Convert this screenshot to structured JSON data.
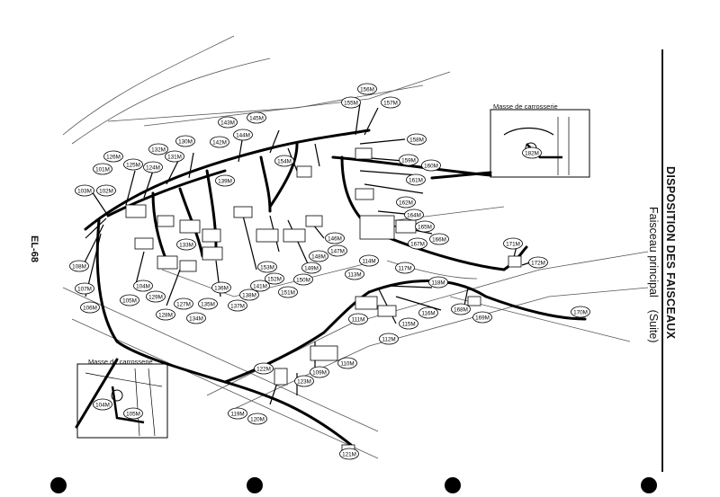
{
  "header": {
    "title": "DISPOSITION DES FAISCEAUX",
    "subtitle_left": "Faisceau principal",
    "subtitle_right": "(Suite)"
  },
  "page_number": "EL-68",
  "insets": {
    "right_caption": "Masse de carrosserie",
    "left_caption": "Masse de carrosserie"
  },
  "connectors": [
    "101M",
    "102M",
    "103M",
    "104M",
    "105M",
    "106M",
    "107M",
    "108M",
    "109M",
    "110M",
    "111M",
    "112M",
    "113M",
    "114M",
    "115M",
    "116M",
    "117M",
    "118M",
    "119M",
    "120M",
    "121M",
    "122M",
    "123M",
    "124M",
    "125M",
    "126M",
    "127M",
    "128M",
    "129M",
    "130M",
    "131M",
    "132M",
    "133M",
    "134M",
    "135M",
    "136M",
    "137M",
    "138M",
    "139M",
    "141M",
    "142M",
    "143M",
    "144M",
    "145M",
    "146M",
    "147M",
    "148M",
    "149M",
    "150M",
    "151M",
    "152M",
    "153M",
    "154M",
    "155M",
    "156M",
    "157M",
    "158M",
    "159M",
    "160M",
    "161M",
    "162M",
    "164M",
    "165M",
    "166M",
    "167M",
    "168M",
    "169M",
    "170M",
    "171M",
    "172M",
    "104M",
    "105M",
    "182M"
  ]
}
